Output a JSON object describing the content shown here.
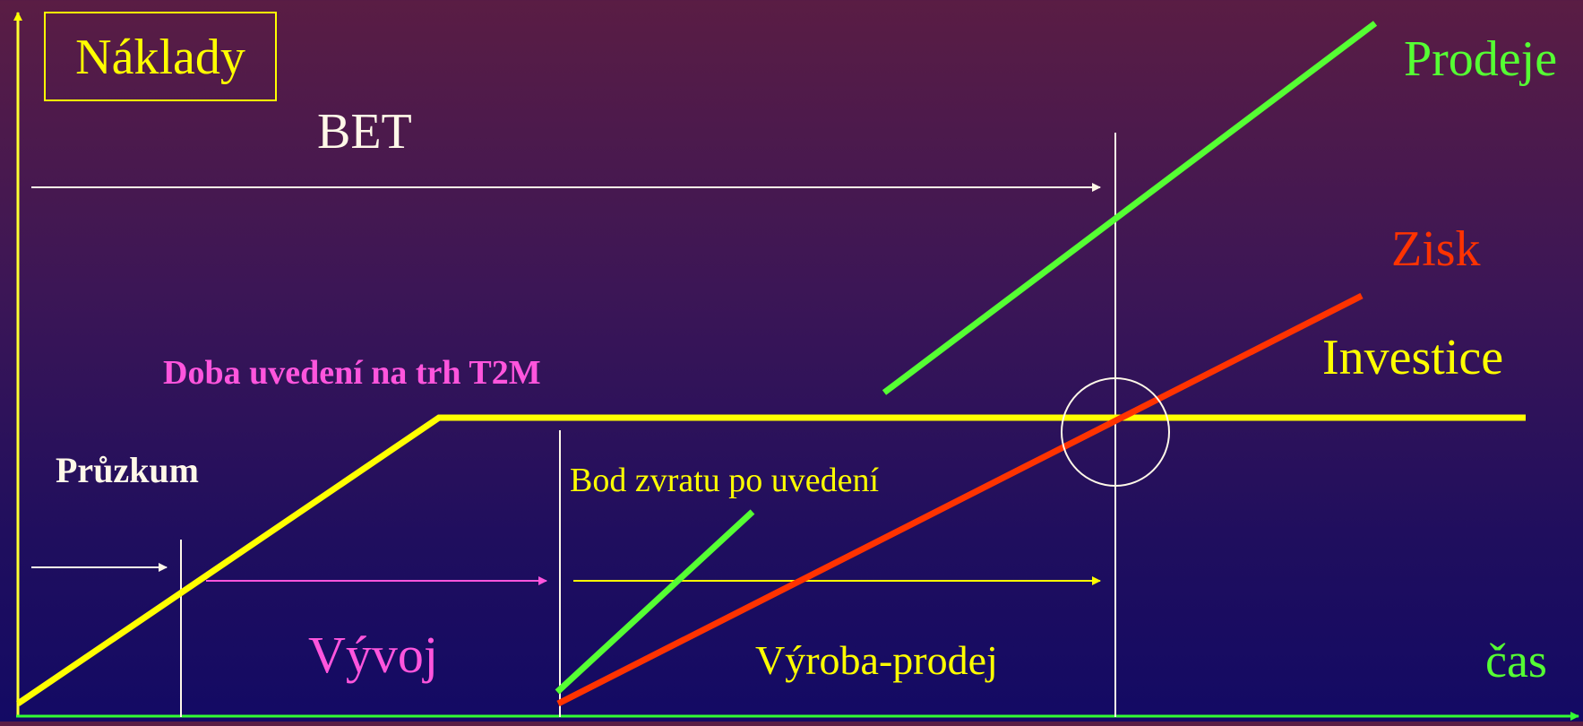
{
  "labels": {
    "y_axis": "Náklady",
    "x_axis": "čas",
    "bet": "BET",
    "sales": "Prodeje",
    "profit": "Zisk",
    "investment": "Investice",
    "t2m": "Doba uvedení na trh T2M",
    "research": "Průzkum",
    "breakeven_after_launch": "Bod zvratu po uvedení",
    "development": "Vývoj",
    "production_sales": "Výroba-prodej"
  },
  "colors": {
    "axis_y": "#ffff33",
    "axis_x": "#33ff33",
    "white": "#fff8e8",
    "yellow": "#ffff00",
    "green": "#55ff33",
    "red": "#ff3300",
    "pink": "#ff55dd"
  }
}
